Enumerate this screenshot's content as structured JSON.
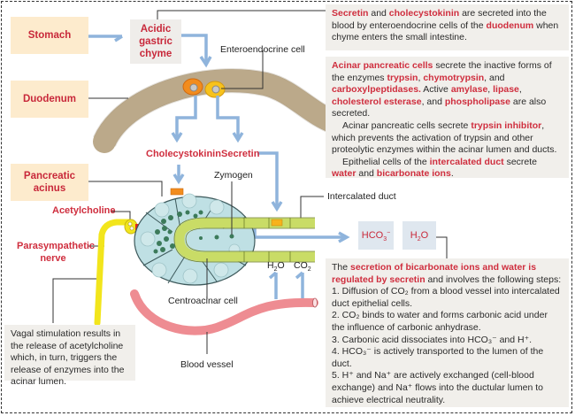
{
  "boxes": {
    "stomach": "Stomach",
    "acidic_chyme": [
      "Acidic",
      "gastric",
      "chyme"
    ],
    "duodenum": "Duodenum",
    "pancreatic_acinus": [
      "Pancreatic",
      "acinus"
    ],
    "bicarbonate": "HCO3−",
    "water": "H2O"
  },
  "labels": {
    "enteroendocrine_cell": "Enteroendocrine cell",
    "cholecystokinin": "Cholecystokinin",
    "secretin": "Secretin",
    "zymogen": "Zymogen",
    "intercalated_duct": "Intercalated duct",
    "acetylcholine": "Acetylcholine",
    "parasympathetic_nerve": [
      "Parasympathetic",
      "nerve"
    ],
    "centroacinar_cell": "Centroacinar cell",
    "blood_vessel": "Blood vessel",
    "h2o": "H2O",
    "co2": "CO2"
  },
  "notes": {
    "hormones": {
      "t1": "Secretin",
      "t2": " and ",
      "t3": "cholecystokinin",
      "t4": " are secreted into the blood by enteroendocrine cells of the ",
      "t5": "duodenum",
      "t6": " when chyme enters the small intestine."
    },
    "acinar": {
      "p1": {
        "a": "Acinar pancreatic cells",
        "b": " secrete the inactive forms of the enzymes ",
        "c": "trypsin",
        "d": ", ",
        "e": "chymotrypsin",
        "f": ", and ",
        "g": "carboxylpeptidases.",
        "h": " Active ",
        "i": "amylase",
        "j": ", ",
        "k": "lipase",
        "l": ", ",
        "m": "cholesterol esterase",
        "n": ", and ",
        "o": "phospholipase",
        "p": " are also secreted."
      },
      "p2": {
        "a": "Acinar pancreatic cells secrete ",
        "b": "trypsin inhibitor",
        "c": ", which prevents the activation of trypsin and other proteolytic enzymes within the acinar lumen and ducts."
      },
      "p3": {
        "a": "Epithelial cells of the ",
        "b": "intercalated duct",
        "c": " secrete ",
        "d": "water",
        "e": " and ",
        "f": "bicarbonate ions",
        "g": "."
      }
    },
    "bicarbonate": {
      "intro_a": "The ",
      "intro_b": "secretion of bicarbonate ions and water is regulated by secretin",
      "intro_c": " and involves the following steps:",
      "steps": [
        "1. Diffusion of CO₂ from a blood vessel into intercalated duct epithelial cells.",
        "2. CO₂ binds to water and forms carbonic acid under the influence of carbonic anhydrase.",
        "3. Carbonic acid dissociates into HCO₃⁻  and H⁺.",
        "4. HCO₃⁻ is actively transported to the lumen of the duct.",
        "5. H⁺ and Na⁺ are actively exchanged (cell-blood exchange) and Na⁺ flows into the ductular lumen to achieve electrical neutrality."
      ]
    },
    "vagal": "Vagal stimulation results in the release of acetylcholine which, in turn, triggers the release of enzymes into the acinar lumen."
  },
  "colors": {
    "accent_red": "#cf2e3e",
    "arrow_blue": "#8fb4dc",
    "duodenum": "#bba98a",
    "acinus": "#bfe0e4",
    "duct": "#c9dc66",
    "nerve": "#f2e51c",
    "vessel": "#ee8c92"
  }
}
